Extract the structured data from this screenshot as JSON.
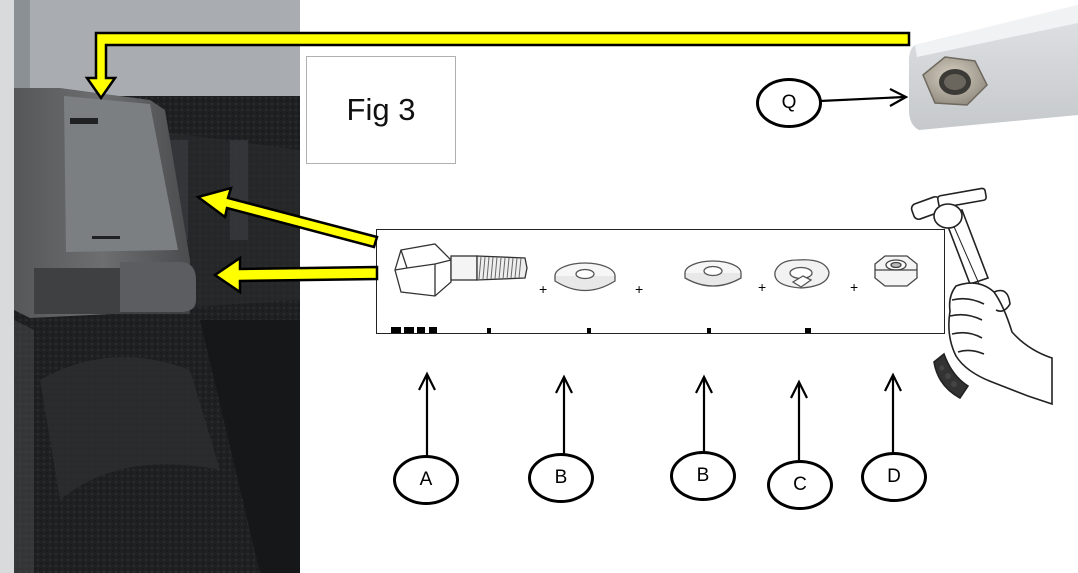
{
  "figure": {
    "label": "Fig 3"
  },
  "photo": {
    "subject": "truck bed rail photo"
  },
  "reference_part": {
    "subject": "hex nut on bracket",
    "callout": "Q"
  },
  "hardware": {
    "plus": "+",
    "items": [
      {
        "name": "hex-bolt-icon",
        "callout": "A"
      },
      {
        "name": "flat-washer-icon",
        "callout": "B"
      },
      {
        "name": "flat-washer-icon",
        "callout": "B"
      },
      {
        "name": "lock-washer-icon",
        "callout": "C"
      },
      {
        "name": "hex-nut-icon",
        "callout": "D"
      }
    ]
  },
  "colors": {
    "arrow_fill": "#ffff00",
    "arrow_outline": "#000000"
  }
}
